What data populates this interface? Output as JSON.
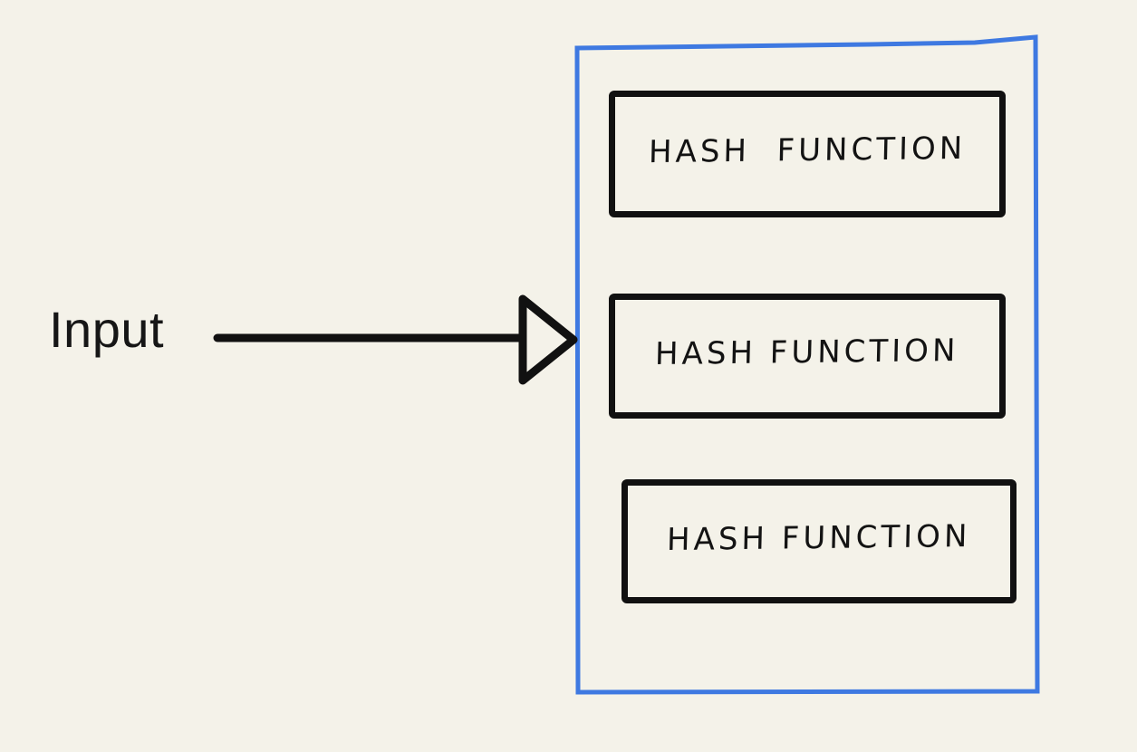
{
  "colors": {
    "background": "#F4F2E9",
    "ink": "#111111",
    "accent_blue": "#3E79E1"
  },
  "input": {
    "label": "Input"
  },
  "container": {
    "description": "hash-function-group"
  },
  "hash_boxes": [
    {
      "label": "HASH  FUNCTION"
    },
    {
      "label": "HASH FUNCTION"
    },
    {
      "label": "HASH FUNCTION"
    }
  ]
}
